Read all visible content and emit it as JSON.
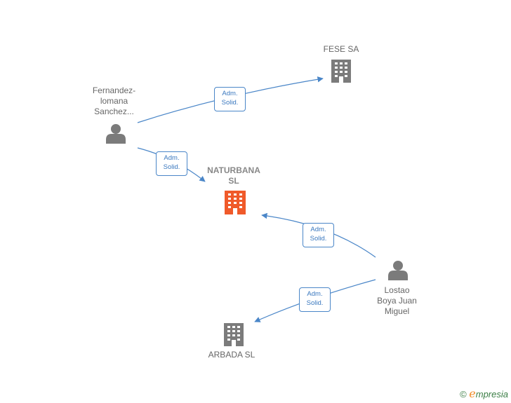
{
  "nodes": {
    "fernandez": {
      "label_lines": [
        "Fernandez-",
        "lomana",
        "Sanchez..."
      ],
      "type": "person"
    },
    "fese": {
      "label": "FESE SA",
      "type": "company"
    },
    "naturbana": {
      "label_lines": [
        "NATURBANA",
        "SL"
      ],
      "type": "company-main"
    },
    "lostao": {
      "label_lines": [
        "Lostao",
        "Boya Juan",
        "Miguel"
      ],
      "type": "person"
    },
    "arbada": {
      "label": "ARBADA SL",
      "type": "company"
    }
  },
  "edges": [
    {
      "from": "fernandez",
      "to": "fese",
      "label_lines": [
        "Adm.",
        "Solid."
      ]
    },
    {
      "from": "fernandez",
      "to": "naturbana",
      "label_lines": [
        "Adm.",
        "Solid."
      ]
    },
    {
      "from": "lostao",
      "to": "naturbana",
      "label_lines": [
        "Adm.",
        "Solid."
      ]
    },
    {
      "from": "lostao",
      "to": "arbada",
      "label_lines": [
        "Adm.",
        "Solid."
      ]
    }
  ],
  "colors": {
    "edge": "#4a86c8",
    "icon_gray": "#7b7b7b",
    "icon_main": "#f05a2a"
  },
  "footer": {
    "copyright_symbol": "©",
    "brand_initial": "e",
    "brand_rest": "mpresia"
  }
}
